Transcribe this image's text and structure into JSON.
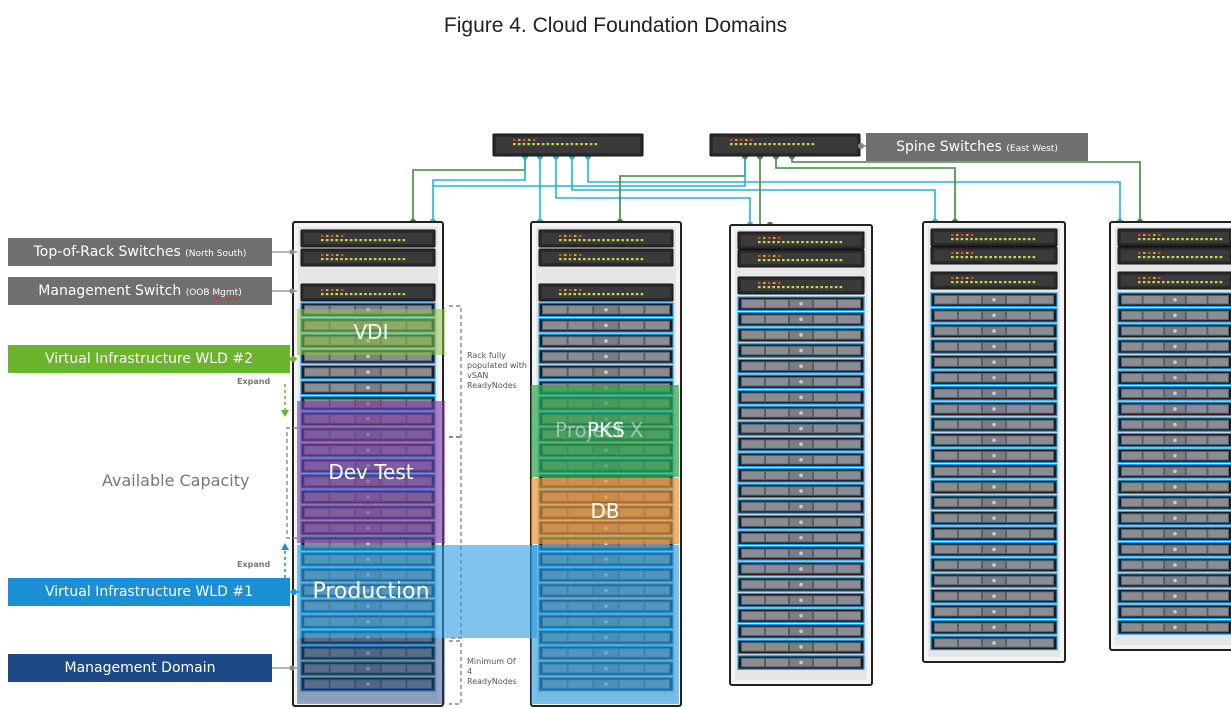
{
  "figure_title": "Figure 4. Cloud Foundation Domains",
  "spine_label": {
    "main": "Spine Switches",
    "sub": "(East West)"
  },
  "left_labels": {
    "tor": {
      "main": "Top-of-Rack Switches",
      "sub": "(North South)"
    },
    "mgmt_switch": {
      "main": "Management Switch",
      "sub": "(OOB ",
      "sub_wavy": "Mgmt",
      "sub_end": ")"
    },
    "wld2": "Virtual Infrastructure WLD #2",
    "wld1": "Virtual Infrastructure WLD #1",
    "mgmt_domain": "Management Domain",
    "available_capacity": "Available Capacity",
    "expand_top": "Expand",
    "expand_bottom": "Expand"
  },
  "domain_overlays": {
    "vdi": "VDI",
    "dev_test": "Dev Test",
    "production": "Production",
    "project_x": "Project X",
    "pks": "PKS",
    "db": "DB"
  },
  "notes": {
    "rack_fully": "Rack fully populated with vSAN ReadyNodes",
    "minimum": "Minimum Of 4 ReadyNodes"
  },
  "colors": {
    "uplink_green": "#3d8a3d",
    "uplink_cyan": "#21b5d6",
    "vdi": "#8cc63f",
    "dev_test": "#7b3fa8",
    "production": "#2b9be0",
    "pks": "#2fa84f",
    "db": "#f0922b",
    "management": "#1d4a86"
  }
}
